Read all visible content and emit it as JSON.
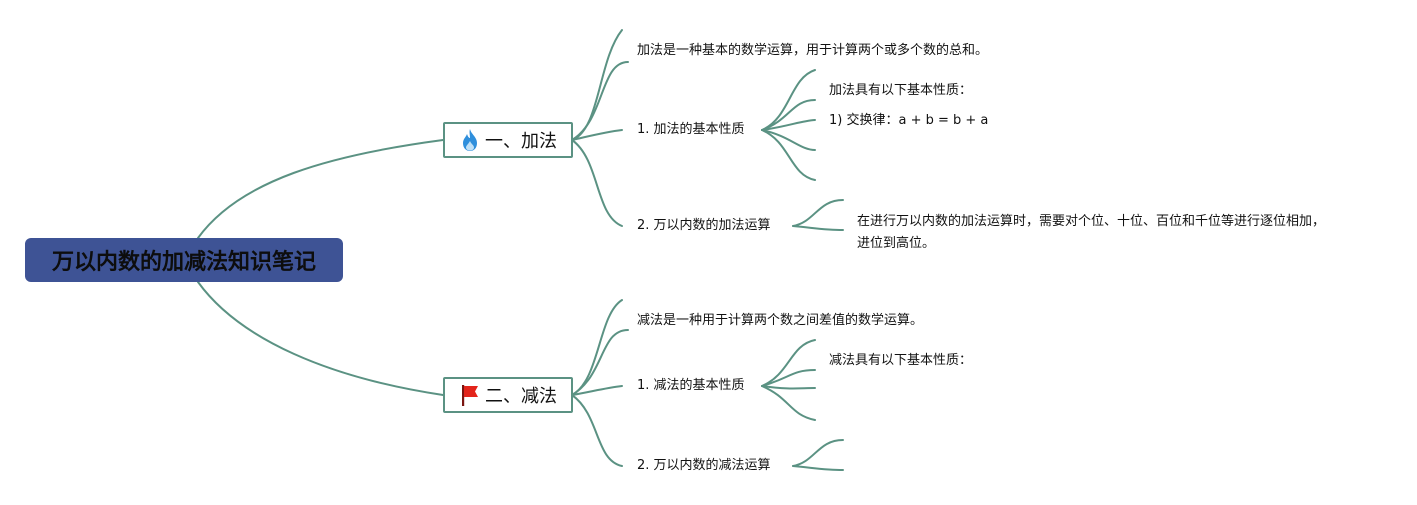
{
  "root": {
    "title": "万以内数的加减法知识笔记"
  },
  "branches": [
    {
      "label": "一、加法",
      "icon": "fire-icon",
      "children": [
        {
          "text": "加法是一种基本的数学运算，用于计算两个或多个数的总和。"
        },
        {
          "text": "1. 加法的基本性质",
          "children": [
            "加法具有以下基本性质：",
            "1) 交换律：a + b = b + a",
            "",
            ""
          ]
        },
        {
          "text": "2. 万以内数的加法运算",
          "children": [
            "在进行万以内数的加法运算时，需要对个位、十位、百位和千位等进行逐位相加，进位到高位。"
          ]
        }
      ]
    },
    {
      "label": "二、减法",
      "icon": "red-flag-icon",
      "children": [
        {
          "text": "减法是一种用于计算两个数之间差值的数学运算。"
        },
        {
          "text": "1. 减法的基本性质",
          "children": [
            "减法具有以下基本性质：",
            "",
            ""
          ]
        },
        {
          "text": "2. 万以内数的减法运算",
          "children": [
            "",
            ""
          ]
        }
      ]
    }
  ],
  "colors": {
    "root_fill": "#3e5395",
    "connector": "#5b9283",
    "fire": "#2f8fdc",
    "flag": "#e3241b"
  }
}
